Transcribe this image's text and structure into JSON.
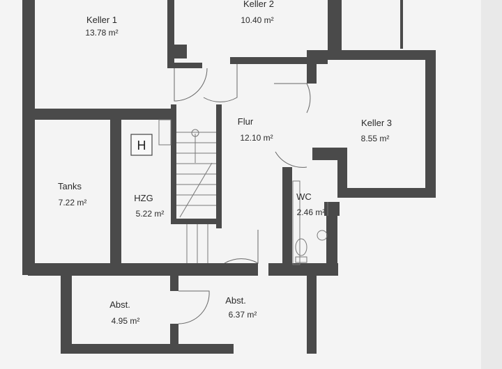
{
  "rooms": [
    {
      "name": "Keller 1",
      "area": "13.78 m²"
    },
    {
      "name": "Keller 2",
      "area": "10.40 m²"
    },
    {
      "name": "Flur",
      "area": "12.10 m²"
    },
    {
      "name": "Keller 3",
      "area": "8.55 m²"
    },
    {
      "name": "Tanks",
      "area": "7.22 m²"
    },
    {
      "name": "HZG",
      "area": "5.22 m²"
    },
    {
      "name": "WC",
      "area": "2.46 m²"
    },
    {
      "name": "Abst.",
      "area": "4.95 m²"
    },
    {
      "name": "Abst.",
      "area": "6.37 m²"
    }
  ],
  "heating_symbol": "H"
}
